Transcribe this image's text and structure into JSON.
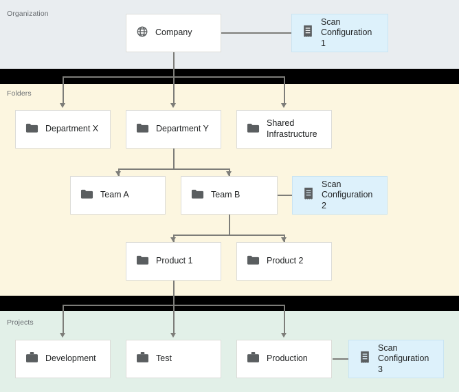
{
  "diagram": {
    "title": "Organization / Folders / Projects hierarchy",
    "colors": {
      "organization_band": "#e9edf0",
      "folders_band": "#fcf6e0",
      "projects_band": "#e2f0e8",
      "separator_band": "#000000",
      "scan_node_fill": "#ddf1fb",
      "scan_node_border": "#c9e4f2",
      "node_fill": "#ffffff",
      "node_border": "#dcdcd8",
      "connector": "#7d7d79",
      "label_text": "#6b6f73",
      "node_text": "#222425",
      "icon": "#5a5e60"
    }
  },
  "sections": {
    "organization": {
      "label": "Organization"
    },
    "folders": {
      "label": "Folders"
    },
    "projects": {
      "label": "Projects"
    }
  },
  "nodes": {
    "company": {
      "label": "Company",
      "icon": "globe-icon"
    },
    "scan_config_1": {
      "label": "Scan\nConfiguration 1",
      "icon": "scan-config-icon"
    },
    "department_x": {
      "label": "Department X",
      "icon": "folder-icon"
    },
    "department_y": {
      "label": "Department Y",
      "icon": "folder-icon"
    },
    "shared_infra": {
      "label": "Shared\nInfrastructure",
      "icon": "folder-icon"
    },
    "team_a": {
      "label": "Team A",
      "icon": "folder-icon"
    },
    "team_b": {
      "label": "Team B",
      "icon": "folder-icon"
    },
    "scan_config_2": {
      "label": "Scan\nConfiguration 2",
      "icon": "scan-config-icon"
    },
    "product_1": {
      "label": "Product 1",
      "icon": "folder-icon"
    },
    "product_2": {
      "label": "Product 2",
      "icon": "folder-icon"
    },
    "development": {
      "label": "Development",
      "icon": "briefcase-icon"
    },
    "test": {
      "label": "Test",
      "icon": "briefcase-icon"
    },
    "production": {
      "label": "Production",
      "icon": "briefcase-icon"
    },
    "scan_config_3": {
      "label": "Scan\nConfiguration 3",
      "icon": "scan-config-icon"
    }
  },
  "edges": [
    {
      "from": "company",
      "to": "scan_config_1",
      "type": "plain"
    },
    {
      "from": "company",
      "to": "department_x",
      "type": "arrow"
    },
    {
      "from": "company",
      "to": "department_y",
      "type": "arrow"
    },
    {
      "from": "company",
      "to": "shared_infra",
      "type": "arrow"
    },
    {
      "from": "department_y",
      "to": "team_a",
      "type": "arrow"
    },
    {
      "from": "department_y",
      "to": "team_b",
      "type": "arrow"
    },
    {
      "from": "team_b",
      "to": "scan_config_2",
      "type": "plain"
    },
    {
      "from": "team_b",
      "to": "product_1",
      "type": "arrow"
    },
    {
      "from": "team_b",
      "to": "product_2",
      "type": "arrow"
    },
    {
      "from": "product_1",
      "to": "development",
      "type": "arrow"
    },
    {
      "from": "product_1",
      "to": "test",
      "type": "arrow"
    },
    {
      "from": "product_1",
      "to": "production",
      "type": "arrow"
    },
    {
      "from": "production",
      "to": "scan_config_3",
      "type": "plain"
    }
  ]
}
